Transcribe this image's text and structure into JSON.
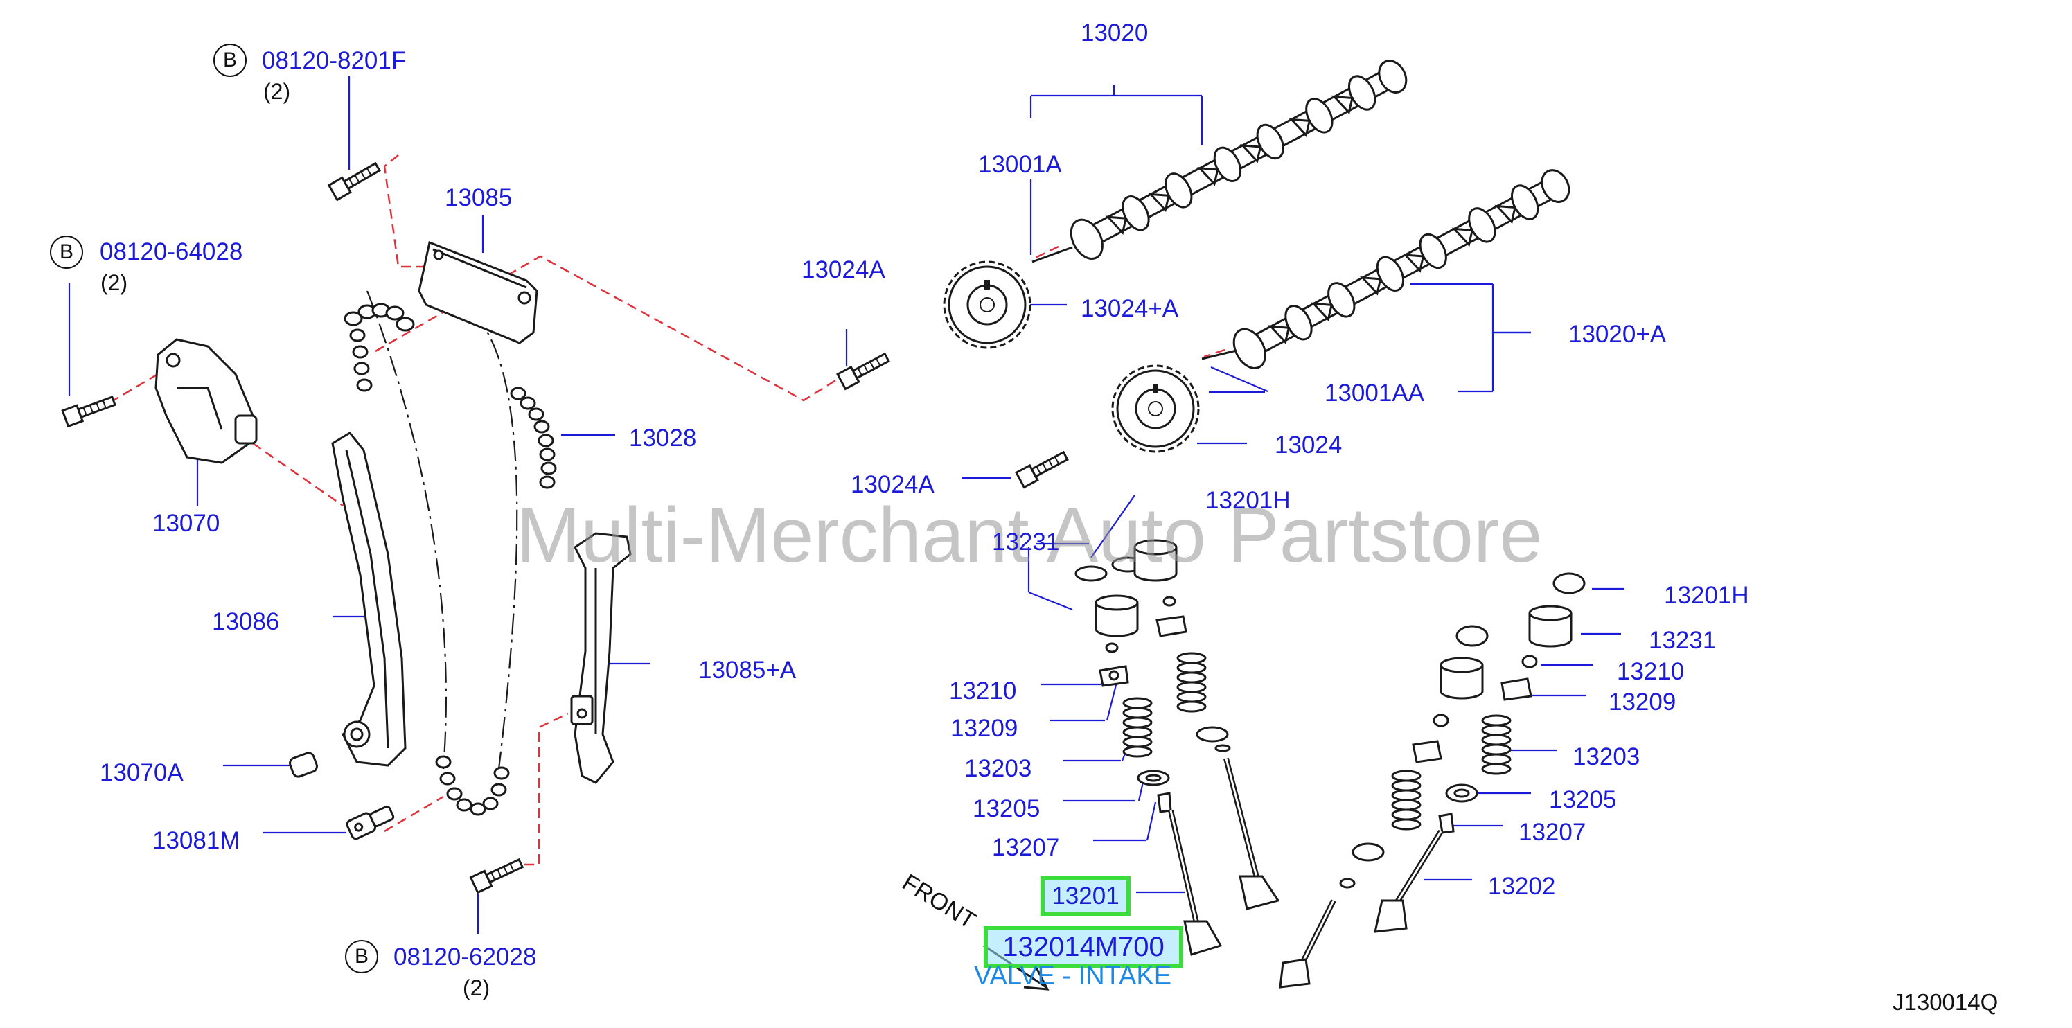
{
  "watermark": "Multi-Merchant Auto Partstore",
  "diagram_ref": "J130014Q",
  "front_label": "FRONT",
  "bolt_badge": "B",
  "bolts": [
    {
      "part": "08120-8201F",
      "qty": "(2)"
    },
    {
      "part": "08120-64028",
      "qty": "(2)"
    },
    {
      "part": "08120-62028",
      "qty": "(2)"
    }
  ],
  "parts": {
    "p13020": "13020",
    "p13001A": "13001A",
    "p13024plusA": "13024+A",
    "p13024A_top": "13024A",
    "p13020plusA": "13020+A",
    "p13001AA": "13001AA",
    "p13024": "13024",
    "p13024A_mid": "13024A",
    "p13085": "13085",
    "p13028": "13028",
    "p13070": "13070",
    "p13086": "13086",
    "p13085plusA": "13085+A",
    "p13070A": "13070A",
    "p13081M": "13081M",
    "p13201H_left": "13201H",
    "p13231_left": "13231",
    "p13210_left": "13210",
    "p13209_left": "13209",
    "p13203_left": "13203",
    "p13205_left": "13205",
    "p13207_left": "13207",
    "p13201H_right": "13201H",
    "p13231_right": "13231",
    "p13210_right": "13210",
    "p13209_right": "13209",
    "p13203_right": "13203",
    "p13205_right": "13205",
    "p13207_right": "13207",
    "p13202": "13202"
  },
  "highlight": {
    "part_number": "13201",
    "oem_number": "132014M700",
    "description": "VALVE - INTAKE"
  },
  "colors": {
    "label_blue": "#1a1ad8",
    "highlight_border": "#3ddc3d",
    "highlight_fill": "#96e1ff",
    "guide_red": "#e0303a",
    "line_art": "#1a1a1a"
  }
}
